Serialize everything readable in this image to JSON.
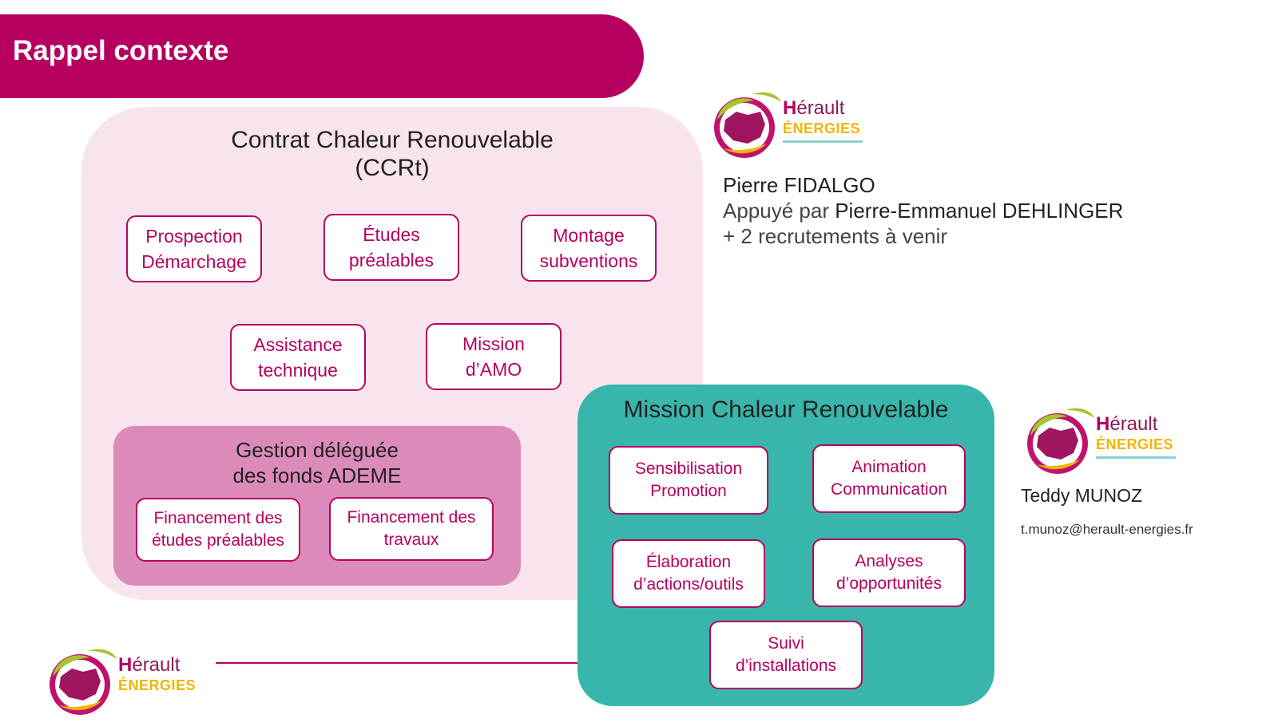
{
  "header": {
    "title": "Rappel contexte"
  },
  "ccr": {
    "title_line1": "Contrat Chaleur Renouvelable",
    "title_line2": "(CCRt)",
    "boxes": [
      {
        "line1": "Prospection",
        "line2": "Démarchage"
      },
      {
        "line1": "Études",
        "line2": "préalables"
      },
      {
        "line1": "Montage",
        "line2": "subventions"
      },
      {
        "line1": "Assistance",
        "line2": "technique"
      },
      {
        "line1": "Mission",
        "line2": "d’AMO"
      }
    ],
    "gestion": {
      "title_line1": "Gestion déléguée",
      "title_line2": "des fonds ADEME",
      "boxes": [
        {
          "line1": "Financement des",
          "line2": "études préalables"
        },
        {
          "line1": "Financement des",
          "line2": "travaux"
        }
      ]
    }
  },
  "mcr": {
    "title": "Mission Chaleur Renouvelable",
    "boxes": [
      {
        "line1": "Sensibilisation",
        "line2": "Promotion"
      },
      {
        "line1": "Animation",
        "line2": "Communication"
      },
      {
        "line1": "Élaboration",
        "line2": "d’actions/outils"
      },
      {
        "line1": "Analyses",
        "line2": "d’opportunités"
      },
      {
        "line1": "Suivi",
        "line2": "d’installations"
      }
    ]
  },
  "contact_ccr": {
    "name": "Pierre FIDALGO",
    "support_prefix": "Appuyé par",
    "support_name": "Pierre-Emmanuel DEHLINGER",
    "recruit": "+ 2 recrutements à venir"
  },
  "contact_mcr": {
    "name": "Teddy MUNOZ",
    "email": "t.munoz@herault-energies.fr"
  },
  "logo": {
    "brand_h": "H",
    "brand_rest": "érault",
    "sub": "ÉNERGIES"
  },
  "colors": {
    "accent": "#b5005f",
    "teal": "#38b6ab",
    "pink_light": "#f7e4ee",
    "pink_mid": "#dc8aba"
  }
}
